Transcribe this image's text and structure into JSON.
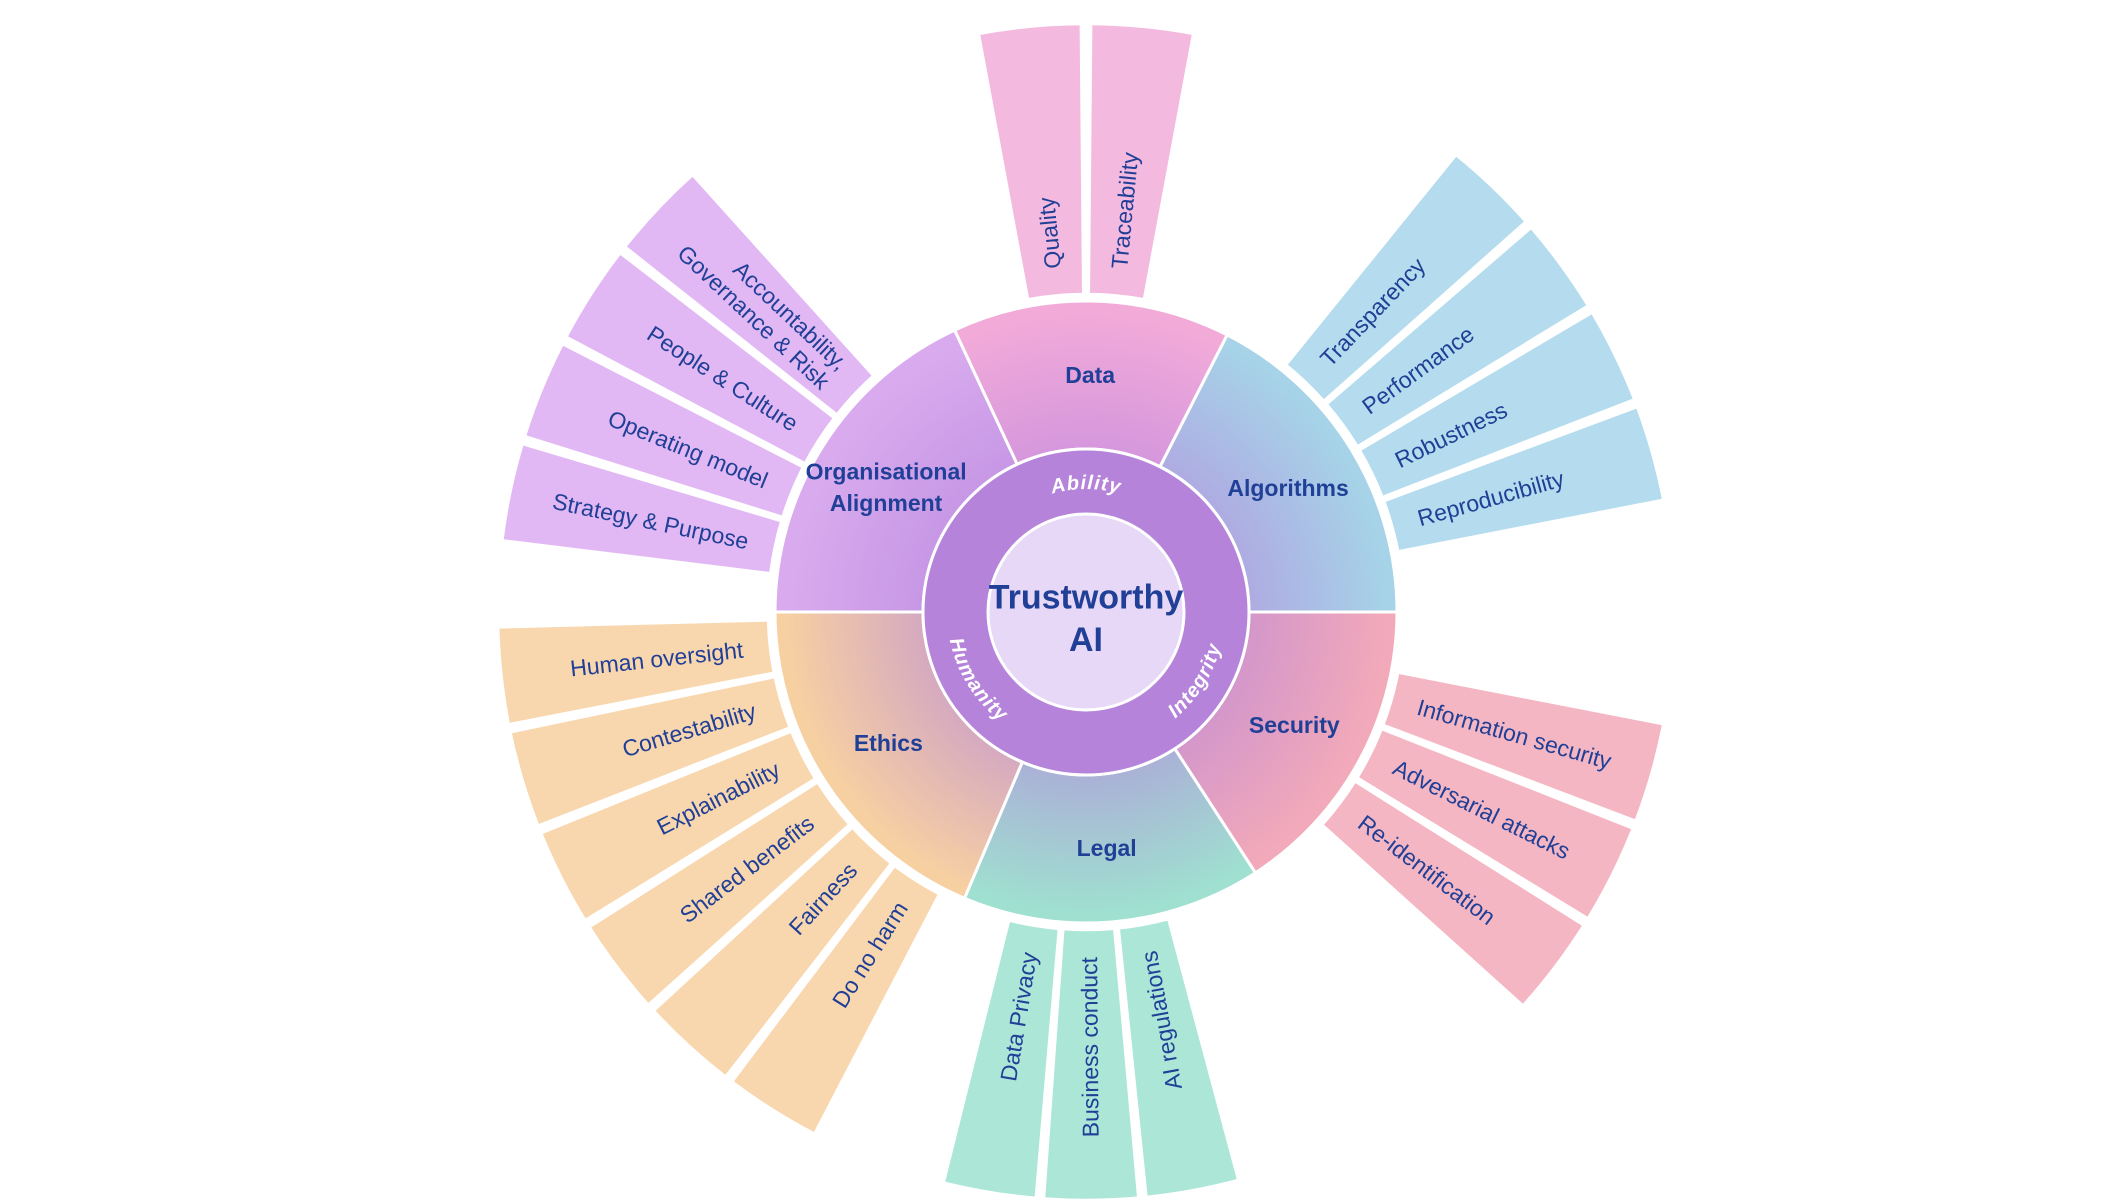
{
  "diagram": {
    "type": "sunburst",
    "text_color": "#203f96",
    "center": {
      "title_lines": [
        "Trustworthy",
        "AI"
      ]
    },
    "core_ring": {
      "fill": "#b583da",
      "center_fill": "#e8d8f7",
      "text_color": "#ffffff",
      "labels": [
        {
          "text": "Ability",
          "angle": 0
        },
        {
          "text": "Integrity",
          "angle": 122
        },
        {
          "text": "Humanity",
          "angle": 238
        }
      ]
    },
    "categories": [
      {
        "label_lines": [
          "Data"
        ],
        "start": -25,
        "end": 27,
        "color": "#f2abd9",
        "inner_color": "#d697dc",
        "petal_color": "#f4b9df",
        "petals": [
          {
            "lines": [
              "Quality"
            ],
            "start": -10.5,
            "end": -0.5
          },
          {
            "lines": [
              "Traceability"
            ],
            "start": 0.5,
            "end": 10.5
          }
        ]
      },
      {
        "label_lines": [
          "Algorithms"
        ],
        "start": 27,
        "end": 90,
        "color": "#a6d3e8",
        "inner_color": "#aeace2",
        "petal_color": "#b4dcee",
        "petals": [
          {
            "lines": [
              "Transparency"
            ],
            "start": 39,
            "end": 48.4
          },
          {
            "lines": [
              "Performance"
            ],
            "start": 49.2,
            "end": 58.6
          },
          {
            "lines": [
              "Robustness"
            ],
            "start": 59.4,
            "end": 68.8
          },
          {
            "lines": [
              "Reproducibility"
            ],
            "start": 69.6,
            "end": 79
          }
        ]
      },
      {
        "label_lines": [
          "Security"
        ],
        "start": 90,
        "end": 147,
        "color": "#f2a9b9",
        "inner_color": "#d497ca",
        "petal_color": "#f5b6c3",
        "petals": [
          {
            "lines": [
              "Information security"
            ],
            "start": 101,
            "end": 110.8
          },
          {
            "lines": [
              "Adversarial attacks"
            ],
            "start": 111.6,
            "end": 121.4
          },
          {
            "lines": [
              "Re-identification"
            ],
            "start": 122.2,
            "end": 132
          }
        ]
      },
      {
        "label_lines": [
          "Legal"
        ],
        "start": 147,
        "end": 203,
        "color": "#9fe0d0",
        "inner_color": "#aab2d6",
        "petal_color": "#abe6d7",
        "petals": [
          {
            "lines": [
              "AI regulations"
            ],
            "start": 165,
            "end": 174.1
          },
          {
            "lines": [
              "Business conduct"
            ],
            "start": 174.9,
            "end": 184.1
          },
          {
            "lines": [
              "Data Privacy"
            ],
            "start": 184.9,
            "end": 194
          }
        ]
      },
      {
        "label_lines": [
          "Ethics"
        ],
        "start": 203,
        "end": 270,
        "color": "#f7d0a2",
        "inner_color": "#d6aabf",
        "petal_color": "#f9d7ae",
        "petals": [
          {
            "lines": [
              "Do no harm"
            ],
            "start": 207.5,
            "end": 217
          },
          {
            "lines": [
              "Fairness"
            ],
            "start": 217.8,
            "end": 227.3
          },
          {
            "lines": [
              "Shared benefits"
            ],
            "start": 228.1,
            "end": 237.6
          },
          {
            "lines": [
              "Explainability"
            ],
            "start": 238.4,
            "end": 247.9
          },
          {
            "lines": [
              "Contestability"
            ],
            "start": 248.7,
            "end": 258.2
          },
          {
            "lines": [
              "Human oversight"
            ],
            "start": 259,
            "end": 268.5
          }
        ]
      },
      {
        "label_lines": [
          "Organisational",
          "Alignment"
        ],
        "start": 270,
        "end": 335,
        "color": "#d9abee",
        "inner_color": "#c798e5",
        "petal_color": "#e1b8f3",
        "petals": [
          {
            "lines": [
              "Strategy & Purpose"
            ],
            "start": 277,
            "end": 286.6
          },
          {
            "lines": [
              "Operating model"
            ],
            "start": 287.4,
            "end": 297.1
          },
          {
            "lines": [
              "People & Culture"
            ],
            "start": 297.9,
            "end": 307.6
          },
          {
            "lines": [
              "Accountability,",
              "Governance & Risk"
            ],
            "start": 308.4,
            "end": 318
          }
        ]
      }
    ]
  }
}
